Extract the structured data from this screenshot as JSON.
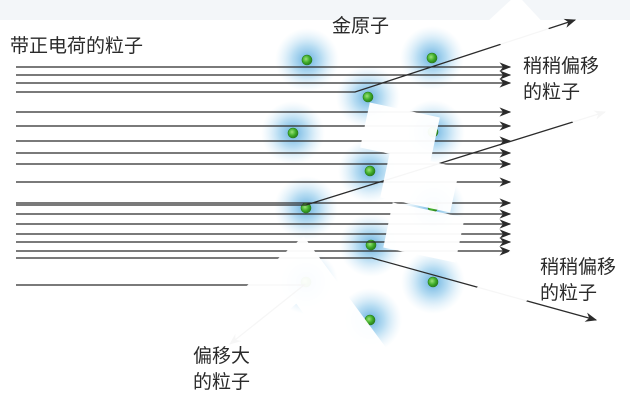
{
  "labels": {
    "incoming": "带正电荷的粒子",
    "gold_atom": "金原子",
    "slight_upper_l1": "稍稍偏移",
    "slight_upper_l2": "的粒子",
    "slight_lower_l1": "稍稍偏移",
    "slight_lower_l2": "的粒子",
    "large_l1": "偏移大",
    "large_l2": "的粒子"
  },
  "colors": {
    "nucleus": "#3fae2a",
    "glow": "#6bb7e2",
    "ray": "#2b2b2b"
  }
}
